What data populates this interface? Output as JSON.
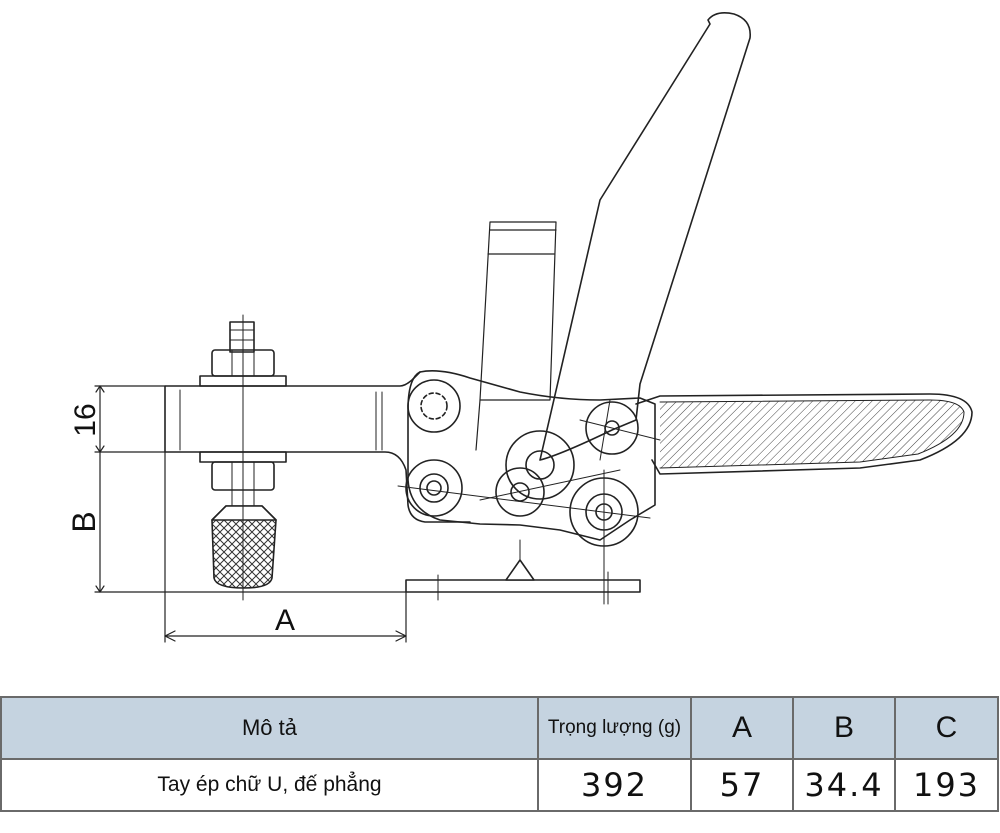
{
  "drawing": {
    "dimension_labels": {
      "thickness": "16",
      "height": "B",
      "reach": "A"
    }
  },
  "table": {
    "headers": {
      "description": "Mô tả",
      "weight": "Trọng lượng (g)",
      "a": "A",
      "b": "B",
      "c": "C"
    },
    "rows": [
      {
        "description": "Tay ép chữ U, đế phẳng",
        "weight": "392",
        "a": "57",
        "b": "34.4",
        "c": "193"
      }
    ]
  }
}
